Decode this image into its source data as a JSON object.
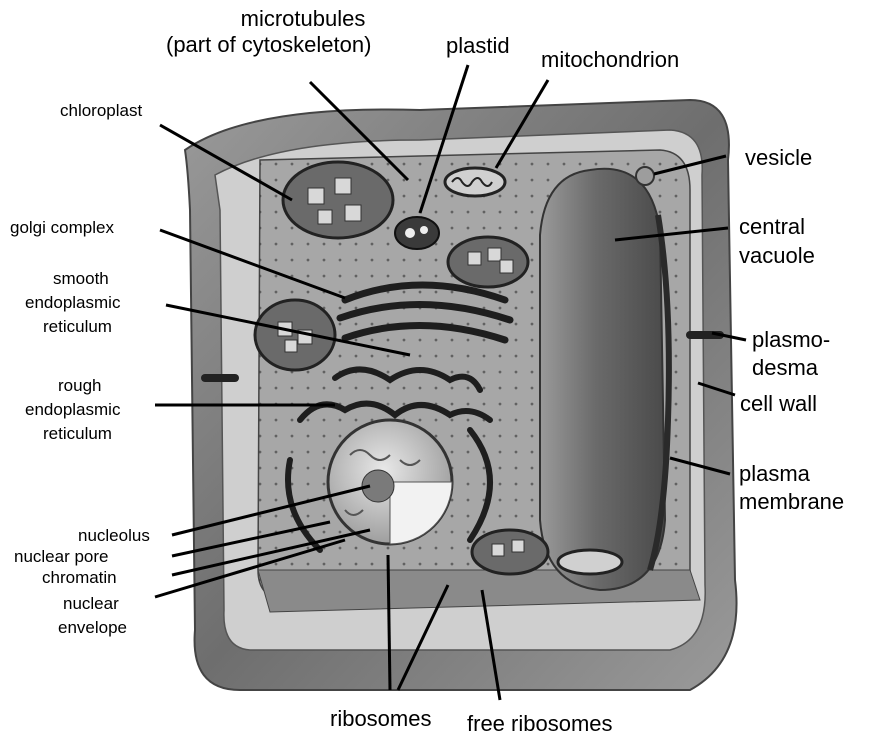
{
  "labels": {
    "microtubules": "microtubules",
    "microtubules_note": "(part of cytoskeleton)",
    "plastid": "plastid",
    "mitochondrion": "mitochondrion",
    "chloroplast": "chloroplast",
    "vesicle": "vesicle",
    "golgi_complex": "golgi complex",
    "central_vacuole_1": "central",
    "central_vacuole_2": "vacuole",
    "smooth_er_1": "smooth",
    "smooth_er_2": "endoplasmic",
    "smooth_er_3": "reticulum",
    "plasmodesma_1": "plasmo-",
    "plasmodesma_2": "desma",
    "cell_wall": "cell wall",
    "rough_er_1": "rough",
    "rough_er_2": "endoplasmic",
    "rough_er_3": "reticulum",
    "plasma_membrane_1": "plasma",
    "plasma_membrane_2": "membrane",
    "nucleolus": "nucleolus",
    "nuclear_pore": "nuclear pore",
    "chromatin": "chromatin",
    "nuclear_envelope_1": "nuclear",
    "nuclear_envelope_2": "envelope",
    "ribosomes": "ribosomes",
    "free_ribosomes": "free ribosomes"
  },
  "colors": {
    "wall": "#8c8c8c",
    "wall_light": "#c8c8c8",
    "cytoplasm": "#a9a9a9",
    "vacuole": "#7d7d7d",
    "organelle_dark": "#3a3a3a",
    "leader_line": "#000000"
  }
}
